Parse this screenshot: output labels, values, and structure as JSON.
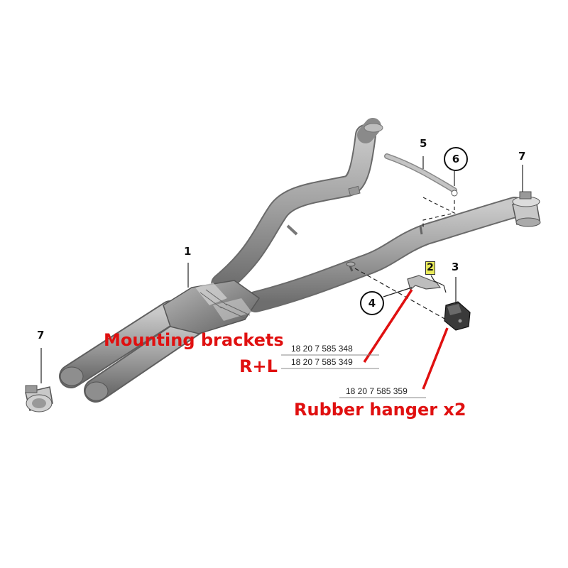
{
  "diagram": {
    "position_numbers": {
      "exhaust_assembly": "1",
      "bracket_highlighted": "2",
      "rubber_hanger": "3",
      "bracket_circled": "4",
      "strap": "5",
      "strap_circled": "6",
      "clamp_rear": "7",
      "clamp_front": "7"
    },
    "annotations": {
      "mounting_brackets": "Mounting brackets",
      "r_l": "R+L",
      "rubber_hanger": "Rubber hanger x2"
    },
    "part_numbers": {
      "bracket_1": "18 20 7 585 348",
      "bracket_2": "18 20 7 585 349",
      "hanger": "18 20 7 585 359"
    },
    "colors": {
      "annotation_red": "#e01010",
      "highlight_yellow": "#e8ea5a",
      "pipe_gray": "#9a9a9a"
    }
  }
}
